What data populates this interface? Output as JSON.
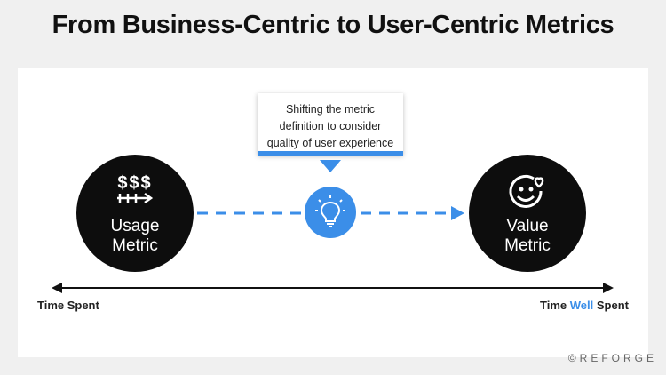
{
  "title": "From Business-Centric to User-Centric Metrics",
  "usage_circle": {
    "line1": "Usage",
    "line2": "Metric",
    "icon": "dollar-signs-arrow-icon",
    "symbol": "$$$"
  },
  "value_circle": {
    "line1": "Value",
    "line2": "Metric",
    "icon": "smiley-heart-icon"
  },
  "callout": {
    "line1": "Shifting the metric",
    "line2": "definition to consider",
    "line3": "quality of user experience"
  },
  "bulb_icon": "lightbulb-icon",
  "axis": {
    "left_label": "Time Spent",
    "right_label_pre": "Time ",
    "right_label_highlight": "Well",
    "right_label_post": " Spent"
  },
  "brand": {
    "symbol": "©",
    "name": "REFORGE"
  },
  "colors": {
    "accent": "#3b8ee8",
    "circle": "#0d0d0d",
    "background": "#f0f0f0",
    "panel": "#ffffff"
  }
}
